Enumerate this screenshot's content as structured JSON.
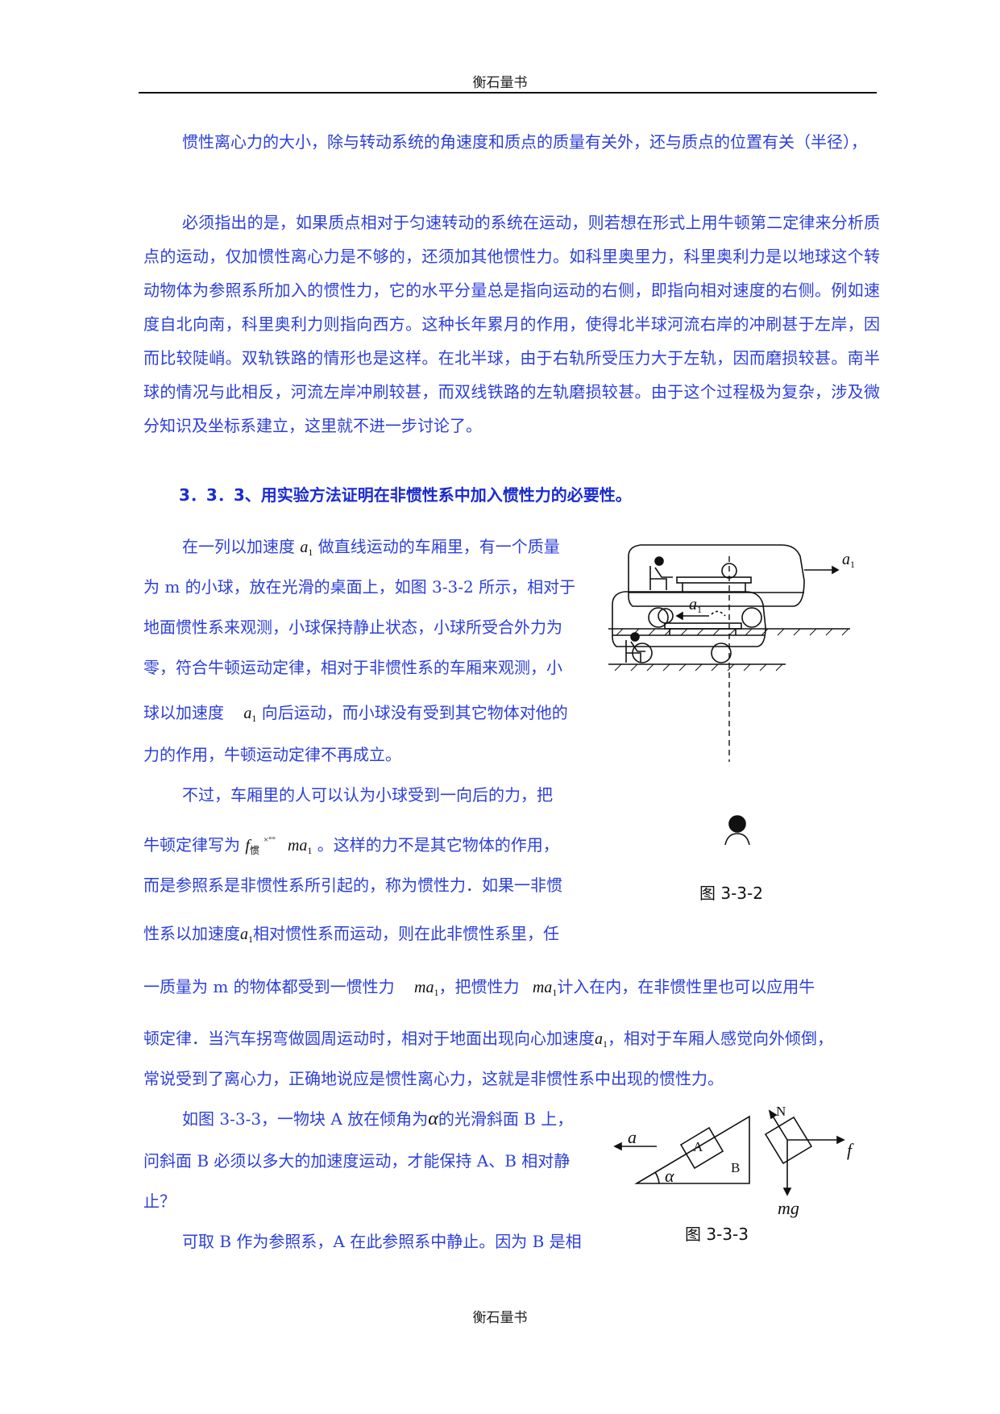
{
  "header": {
    "title": "衡石量书"
  },
  "footer": {
    "title": "衡石量书"
  },
  "p1": {
    "text": "惯性离心力的大小，除与转动系统的角速度和质点的质量有关外，还与质点的位置有关（半径），"
  },
  "p2": {
    "text": "必须指出的是，如果质点相对于匀速转动的系统在运动，则若想在形式上用牛顿第二定律来分析质点的运动，仅加惯性离心力是不够的，还须加其他惯性力。如科里奥里力，科里奥利力是以地球这个转动物体为参照系所加入的惯性力，它的水平分量总是指向运动的右侧，即指向相对速度的右侧。例如速度自北向南，科里奥利力则指向西方。这种长年累月的作用，使得北半球河流右岸的冲刷甚于左岸，因而比较陡峭。双轨铁路的情形也是这样。在北半球，由于右轨所受压力大于左轨，因而磨损较甚。南半球的情况与此相反，河流左岸冲刷较甚，而双线铁路的左轨磨损较甚。由于这个过程极为复杂，涉及微分知识及坐标系建立，这里就不进一步讨论了。"
  },
  "heading": {
    "text": "3．3．3、用实验方法证明在非惯性系中加入惯性力的必要性。"
  },
  "p3": {
    "l1a": "在一列以加速度",
    "l1b": "做直线运动的车厢里，有一个质量",
    "l2": "为 m 的小球，放在光滑的桌面上，如图 3-3-2 所示，相对于",
    "l3": "地面惯性系来观测，小球保持静止状态，小球所受合外力为",
    "l4": "零，符合牛顿运动定律，相对于非惯性系的车厢来观测，小",
    "l5a": "球以加速度",
    "l5b": "向后运动，而小球没有受到其它物体对他的",
    "l6": "力的作用，牛顿运动定律不再成立。"
  },
  "p4": {
    "l1": "不过，车厢里的人可以认为小球受到一向后的力，把",
    "l2a": "牛顿定律写为",
    "l2b": "。这样的力不是其它物体的作用，",
    "l3": "而是参照系是非惯性系所引起的，称为惯性力．如果一非惯",
    "l4a": "性系以加速度",
    "l4b": "相对惯性系而运动，则在此非惯性系里，任",
    "l5a": "一质量为 m 的物体都受到一惯性力",
    "l5b": "，把惯性力",
    "l5c": "计入在内，在非惯性里也可以应用牛",
    "l6a": "顿定律．当汽车拐弯做圆周运动时，相对于地面出现向心加速度",
    "l6b": "，相对于车厢人感觉向外倾倒，",
    "l7": "常说受到了离心力，正确地说应是惯性离心力，这就是非惯性系中出现的惯性力。"
  },
  "p5": {
    "l1a": "如图 3-3-3，一物块 A 放在倾角为",
    "l1b": "的光滑斜面 B 上，",
    "l2": "问斜面 B 必须以多大的加速度运动，才能保持 A、B 相对静",
    "l3": "止？"
  },
  "p6": {
    "l1": "可取 B 作为参照系，A 在此参照系中静止。因为 B 是相"
  },
  "math": {
    "a": "a",
    "one": "1",
    "f": "f",
    "guan": "惯",
    "ma": "ma",
    "alpha": "α",
    "eq_glyph": "×°°",
    "mg": "mg",
    "N": "N",
    "A": "A",
    "B": "B"
  },
  "fig332": {
    "caption": "图 3-3-2"
  },
  "fig333": {
    "caption": "图 3-3-3"
  },
  "colors": {
    "text": "#2c3fd8",
    "figure": "#111111"
  }
}
